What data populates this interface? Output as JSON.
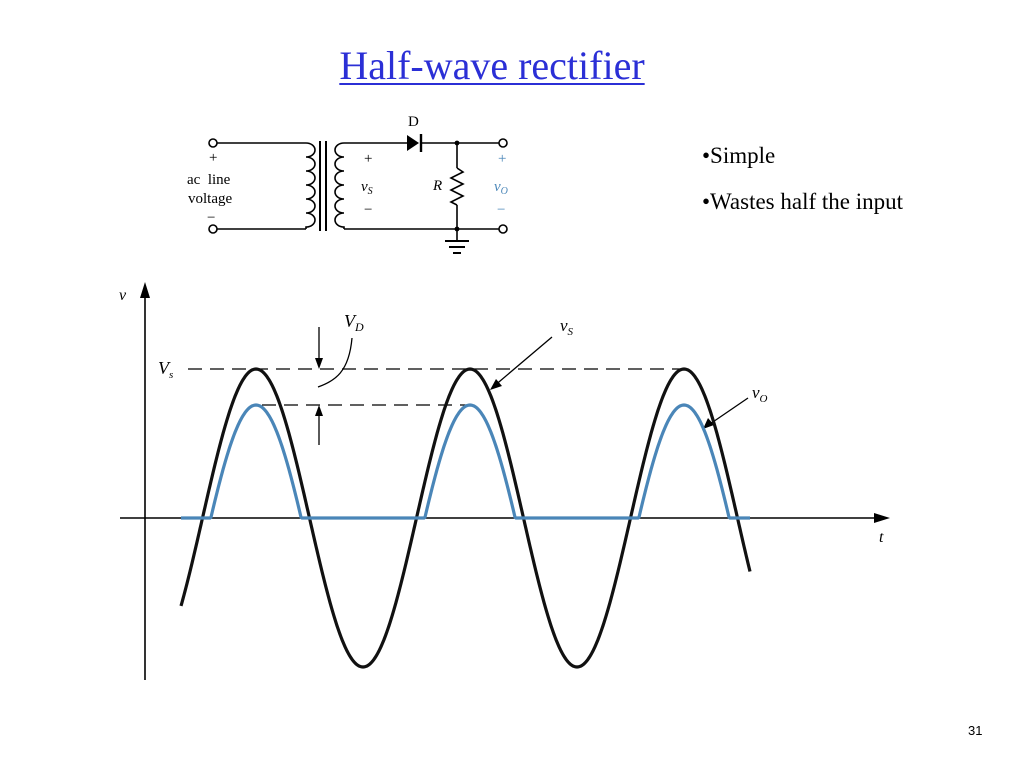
{
  "slide": {
    "title": "Half-wave rectifier",
    "bullets": [
      "•Simple",
      "•Wastes half the input"
    ],
    "page_number": "31"
  },
  "circuit": {
    "source": {
      "plus": "+",
      "label_line1": "ac  line",
      "label_line2": "voltage",
      "minus": "−"
    },
    "secondary": {
      "plus": "+",
      "var": "v",
      "sub": "S",
      "minus": "−"
    },
    "diode_label": "D",
    "resistor_label": "R",
    "output": {
      "plus": "+",
      "var": "v",
      "sub": "O",
      "minus": "−"
    }
  },
  "waveform": {
    "y_axis_label": "v",
    "x_axis_label": "t",
    "vs_level_label": {
      "main": "V",
      "sub": "s"
    },
    "vd_label": {
      "main": "V",
      "sub": "D"
    },
    "vs_curve_label": {
      "main": "v",
      "sub": "S"
    },
    "vo_curve_label": {
      "main": "v",
      "sub": "O"
    }
  },
  "colors": {
    "title": "#2b2fd6",
    "output_wave": "#4a86b8",
    "source_wave": "#111111"
  }
}
